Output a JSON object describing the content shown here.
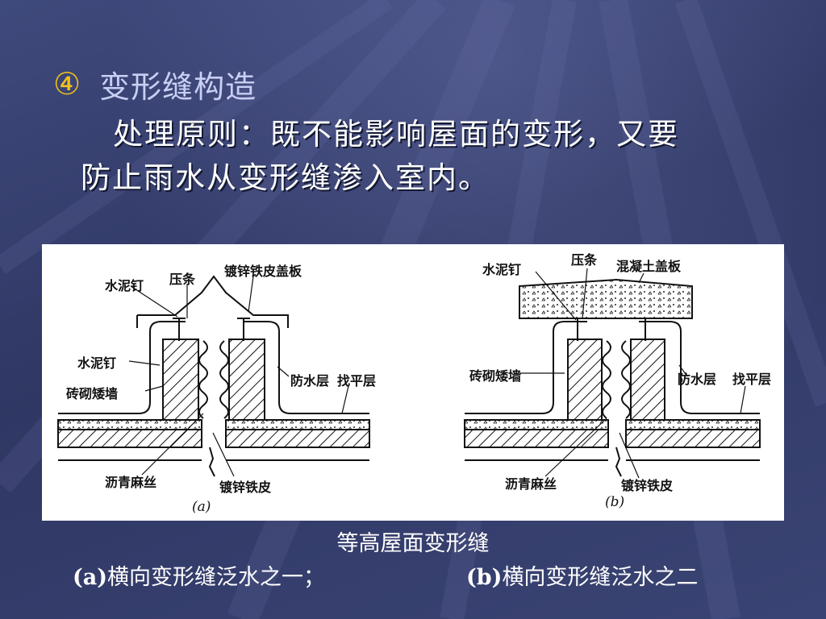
{
  "heading": {
    "number": "④",
    "title": "变形缝构造"
  },
  "body": {
    "line1": "处理原则：既不能影响屋面的变形，又要",
    "line2": "防止雨水从变形缝渗入室内。"
  },
  "figure": {
    "a": {
      "labels": {
        "cement_nail_top": "水泥钉",
        "batten": "压条",
        "galv_cover": "镀锌铁皮盖板",
        "cement_nail_side": "水泥钉",
        "brick_wall": "砖砌矮墙",
        "waterproof": "防水层",
        "leveling": "找平层",
        "asphalt_hemp": "沥青麻丝",
        "galv_sheet": "镀锌铁皮"
      },
      "sublabel": "(a)"
    },
    "b": {
      "labels": {
        "cement_nail": "水泥钉",
        "batten": "压条",
        "concrete_cover": "混凝土盖板",
        "brick_wall": "砖砌矮墙",
        "waterproof": "防水层",
        "leveling": "找平层",
        "asphalt_hemp": "沥青麻丝",
        "galv_sheet": "镀锌铁皮"
      },
      "sublabel": "(b)"
    }
  },
  "caption": {
    "title": "等高屋面变形缝",
    "a_prefix": "(a)",
    "a_text": "横向变形缝泛水之一；",
    "b_prefix": "(b)",
    "b_text": "横向变形缝泛水之二"
  }
}
